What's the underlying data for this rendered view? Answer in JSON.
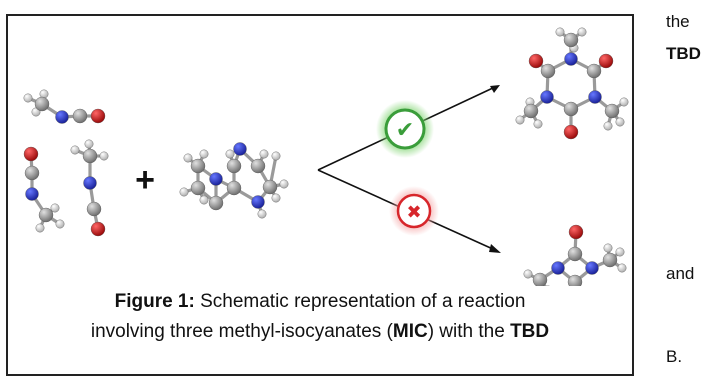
{
  "side_text": {
    "line1": "the",
    "line2": "TBD",
    "line3": "and",
    "line4": "B."
  },
  "scheme": {
    "plus_sign": "+",
    "outcomes": [
      {
        "status": "success",
        "symbol": "✔",
        "color": "#3a9d3a"
      },
      {
        "status": "failure",
        "symbol": "✖",
        "color": "#d7262b"
      }
    ]
  },
  "caption": {
    "label": "Figure 1:",
    "text_a": " Schematic representation of a reaction",
    "text_b": "involving three methyl-isocyanates (",
    "abbr_mic": "MIC",
    "text_c": ") with the ",
    "abbr_tbd": "TBD"
  },
  "colors": {
    "carbon": "#8e8e8e",
    "hydrogen": "#e6e6e6",
    "nitrogen": "#2233cc",
    "oxygen": "#cc1111",
    "success": "#3a9d3a",
    "failure": "#d7262b"
  }
}
